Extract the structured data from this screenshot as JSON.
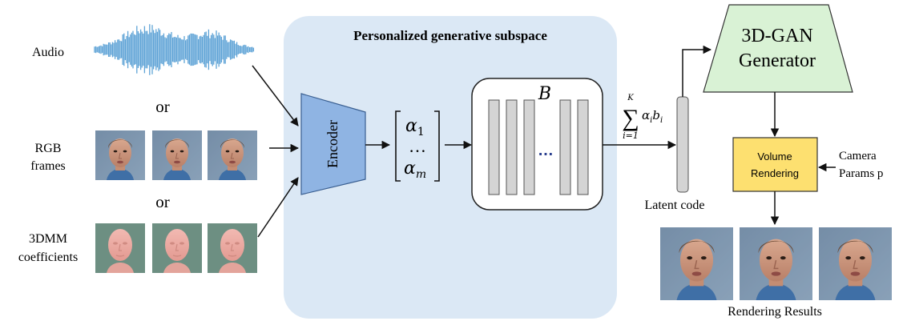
{
  "subspace_title": "Personalized generative subspace",
  "inputs": {
    "audio_label": "Audio",
    "or_label_1": "or",
    "rgb_label_line1": "RGB",
    "rgb_label_line2": "frames",
    "or_label_2": "or",
    "tdmm_label_line1": "3DMM",
    "tdmm_label_line2": "coefficients"
  },
  "encoder_label": "Encoder",
  "vector": {
    "first": "α",
    "first_sub": "1",
    "dots": "…",
    "last": "α",
    "last_sub": "m"
  },
  "basis": {
    "label": "B",
    "dots": "…"
  },
  "sum_formula": {
    "upper": "K",
    "sigma": "∑",
    "lower": "i=1",
    "term_a": "α",
    "term_a_sub": "i",
    "term_b": "b",
    "term_b_sub": "i"
  },
  "latent_code_label": "Latent code",
  "generator": {
    "line1": "3D-GAN",
    "line2": "Generator"
  },
  "volume_rendering": {
    "line1": "Volume",
    "line2": "Rendering"
  },
  "camera": {
    "line1": "Camera",
    "line2": "Params p"
  },
  "results_label": "Rendering Results",
  "colors": {
    "subspace_bg": "#dbe8f5",
    "encoder_fill": "#8fb4e3",
    "generator_fill": "#d9f2d5",
    "volume_fill": "#fde070",
    "bar_fill": "#d4d4d4",
    "audio_wave": "#5ea3d6"
  }
}
